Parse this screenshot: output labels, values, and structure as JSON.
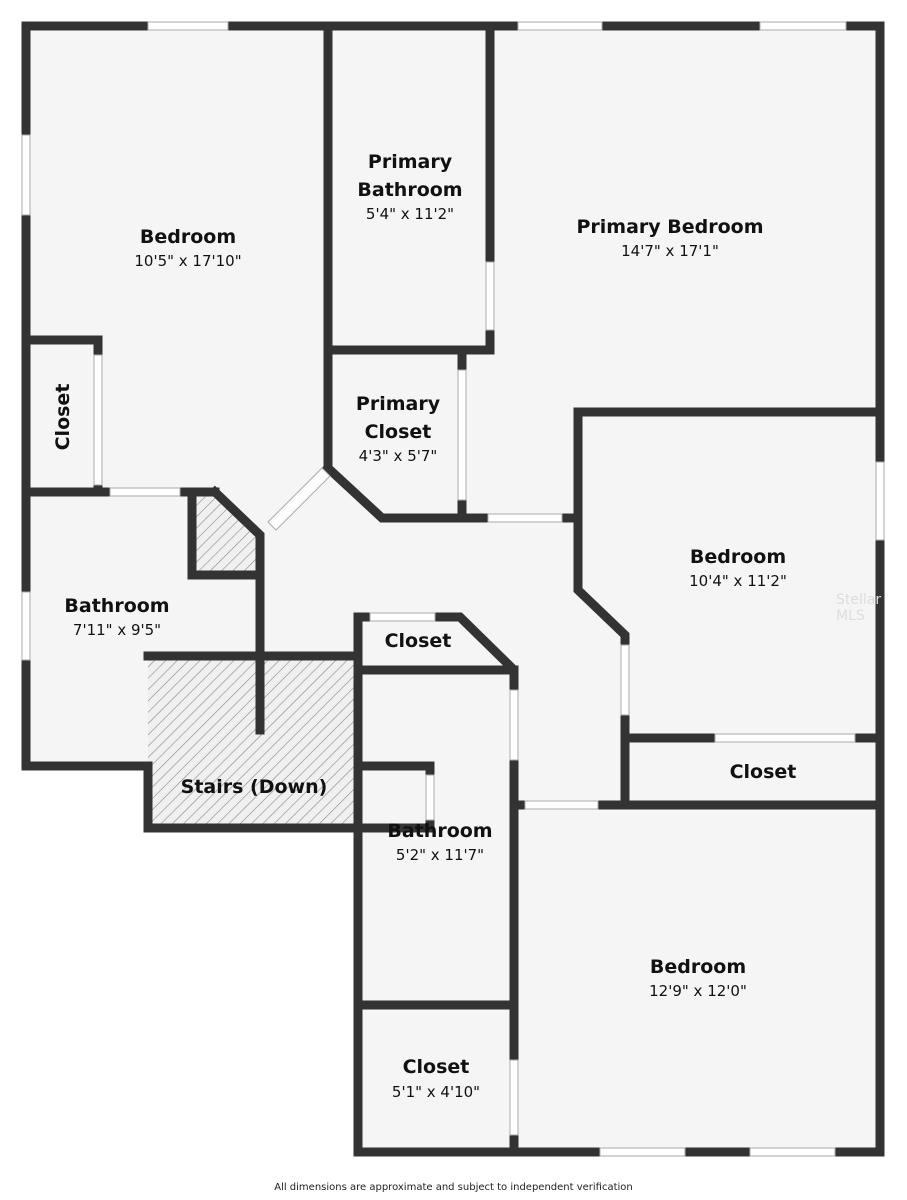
{
  "rooms": [
    {
      "name": "Bedroom",
      "dims": "10'5\" x 17'10\""
    },
    {
      "name": "Primary",
      "name2": "Bathroom",
      "dims": "5'4\" x 11'2\""
    },
    {
      "name": "Primary Bedroom",
      "dims": "14'7\" x 17'1\""
    },
    {
      "name": "Closet"
    },
    {
      "name": "Primary",
      "name2": "Closet",
      "dims": "4'3\" x 5'7\""
    },
    {
      "name": "Bedroom",
      "dims": "10'4\" x 11'2\""
    },
    {
      "name": "Bathroom",
      "dims": "7'11\" x 9'5\""
    },
    {
      "name": "Closet"
    },
    {
      "name": "Stairs (Down)"
    },
    {
      "name": "Closet"
    },
    {
      "name": "Bathroom",
      "dims": "5'2\" x 11'7\""
    },
    {
      "name": "Bedroom",
      "dims": "12'9\" x 12'0\""
    },
    {
      "name": "Closet",
      "dims": "5'1\" x 4'10\""
    }
  ],
  "watermark": "Stellar MLS",
  "footer": "All dimensions are approximate and subject to independent verification"
}
